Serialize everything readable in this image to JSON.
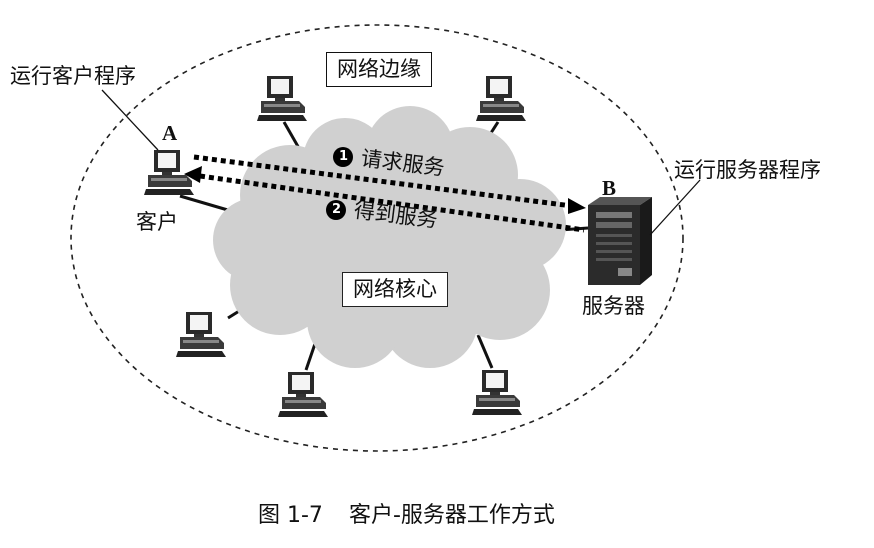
{
  "labels": {
    "network_edge": "网络边缘",
    "network_core": "网络核心",
    "client_program": "运行客户程序",
    "server_program": "运行服务器程序",
    "node_a": "A",
    "node_b": "B",
    "client": "客户",
    "server": "服务器",
    "request": "请求服务",
    "response": "得到服务",
    "step1": "1",
    "step2": "2"
  },
  "caption": {
    "figure_no": "图 1-7",
    "title": "客户-服务器工作方式"
  }
}
